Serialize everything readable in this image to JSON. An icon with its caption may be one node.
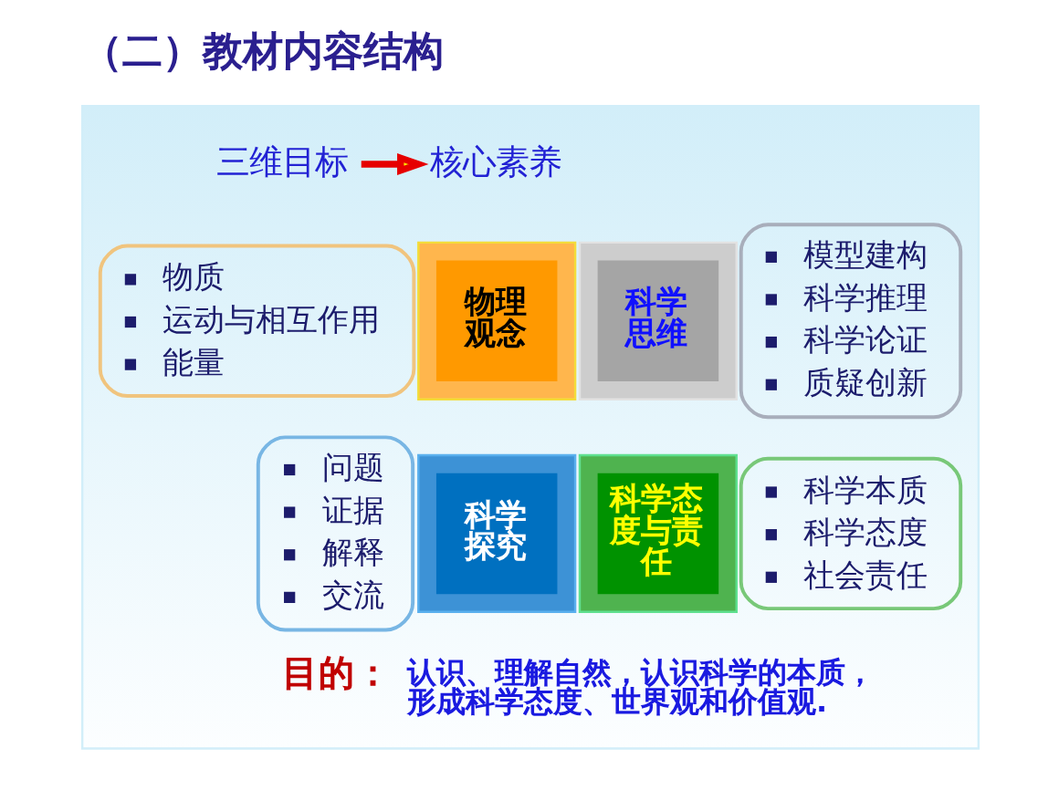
{
  "diagram": {
    "title": "（二）教材内容结构",
    "nodes": [
      {
        "text": [],
        "shape": "box"
      },
      {
        "text": [
          "三维目标"
        ],
        "in": 0
      },
      {
        "text": [
          "核心素养"
        ],
        "in": 0
      },
      {
        "text": [
          "物质",
          "运动与相互作用",
          "能量"
        ],
        "in": 0
      },
      {
        "text": [
          "模型建构",
          "科学推理",
          "科学论证",
          "质疑创新"
        ],
        "in": 0
      },
      {
        "text": [
          "物理观念"
        ],
        "in": 0
      },
      {
        "text": [
          "科学思维"
        ],
        "in": 0
      },
      {
        "text": [
          "科学探究"
        ],
        "in": 0
      },
      {
        "text": [
          "科学态度与责任"
        ],
        "in": 0
      },
      {
        "text": [
          "问题",
          "证据",
          "解释",
          "交流"
        ],
        "in": 0
      },
      {
        "text": [
          "科学本质",
          "科学态度",
          "社会责任"
        ],
        "in": 0
      }
    ],
    "edges": [
      {
        "from": 1,
        "to": 2,
        "arrow": "to"
      }
    ],
    "labels": [
      "目的：",
      "认识、理解自然，认识科学的本质，形成科学态度、世界观和价值观."
    ]
  }
}
